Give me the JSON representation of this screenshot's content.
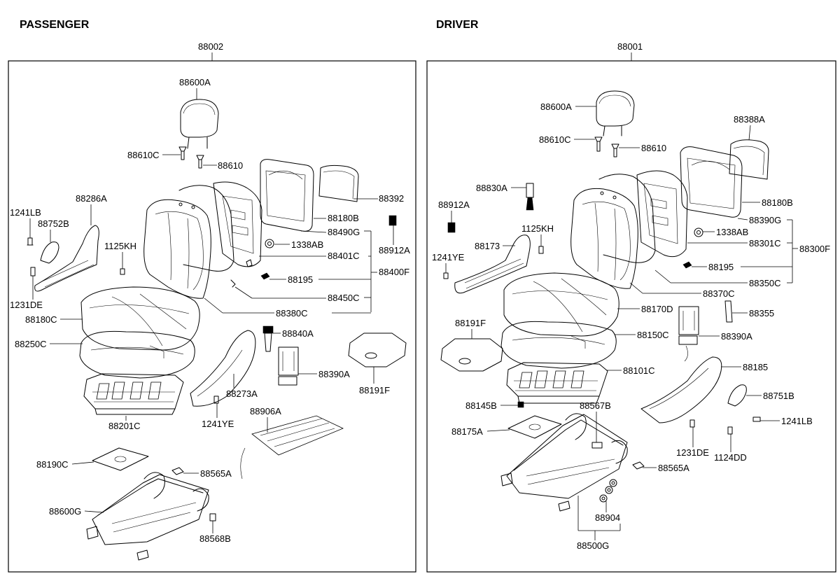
{
  "headings": {
    "passenger": "PASSENGER",
    "driver": "DRIVER"
  },
  "assemblies": {
    "passenger": "88002",
    "driver": "88001"
  },
  "passenger_labels": {
    "l88600A": "88600A",
    "l88610C": "88610C",
    "l88610": "88610",
    "l88392": "88392",
    "l88180B": "88180B",
    "l88490G": "88490G",
    "l88912A": "88912A",
    "l1338AB": "1338AB",
    "l88401C": "88401C",
    "l88400F": "88400F",
    "l88195": "88195",
    "l88450C": "88450C",
    "l88380C": "88380C",
    "l1241LB": "1241LB",
    "l88752B": "88752B",
    "l88286A": "88286A",
    "l1125KH": "1125KH",
    "l1231DE": "1231DE",
    "l88180C": "88180C",
    "l88250C": "88250C",
    "l88840A": "88840A",
    "l88390A": "88390A",
    "l88191F": "88191F",
    "l88273A": "88273A",
    "l88201C": "88201C",
    "l1241YE": "1241YE",
    "l88906A": "88906A",
    "l88190C": "88190C",
    "l88565A": "88565A",
    "l88600G": "88600G",
    "l88568B": "88568B"
  },
  "driver_labels": {
    "l88600A": "88600A",
    "l88388A": "88388A",
    "l88610C": "88610C",
    "l88610": "88610",
    "l88830A": "88830A",
    "l88912A": "88912A",
    "l88180B": "88180B",
    "l88390G": "88390G",
    "l1338AB": "1338AB",
    "l88301C": "88301C",
    "l88300F": "88300F",
    "l1125KH": "1125KH",
    "l88173": "88173",
    "l1241YE": "1241YE",
    "l88195": "88195",
    "l88350C": "88350C",
    "l88370C": "88370C",
    "l88170D": "88170D",
    "l88355": "88355",
    "l88191F": "88191F",
    "l88150C": "88150C",
    "l88390A": "88390A",
    "l88185": "88185",
    "l88101C": "88101C",
    "l88751B": "88751B",
    "l88145B": "88145B",
    "l88567B": "88567B",
    "l1241LB": "1241LB",
    "l88175A": "88175A",
    "l1231DE": "1231DE",
    "l1124DD": "1124DD",
    "l88565A": "88565A",
    "l88904": "88904",
    "l88500G": "88500G"
  }
}
